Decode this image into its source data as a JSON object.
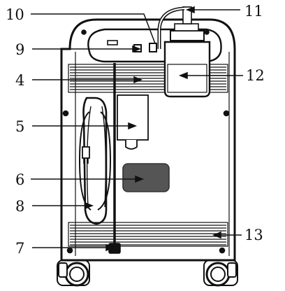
{
  "callouts": [
    {
      "id": "10",
      "label": "10"
    },
    {
      "id": "11",
      "label": "11"
    },
    {
      "id": "9",
      "label": "9"
    },
    {
      "id": "4",
      "label": "4"
    },
    {
      "id": "12",
      "label": "12"
    },
    {
      "id": "5",
      "label": "5"
    },
    {
      "id": "6",
      "label": "6"
    },
    {
      "id": "8",
      "label": "8"
    },
    {
      "id": "7",
      "label": "7"
    },
    {
      "id": "13",
      "label": "13"
    }
  ],
  "colors": {
    "line": "#111111",
    "panel": "#555555",
    "body": "#ffffff"
  }
}
